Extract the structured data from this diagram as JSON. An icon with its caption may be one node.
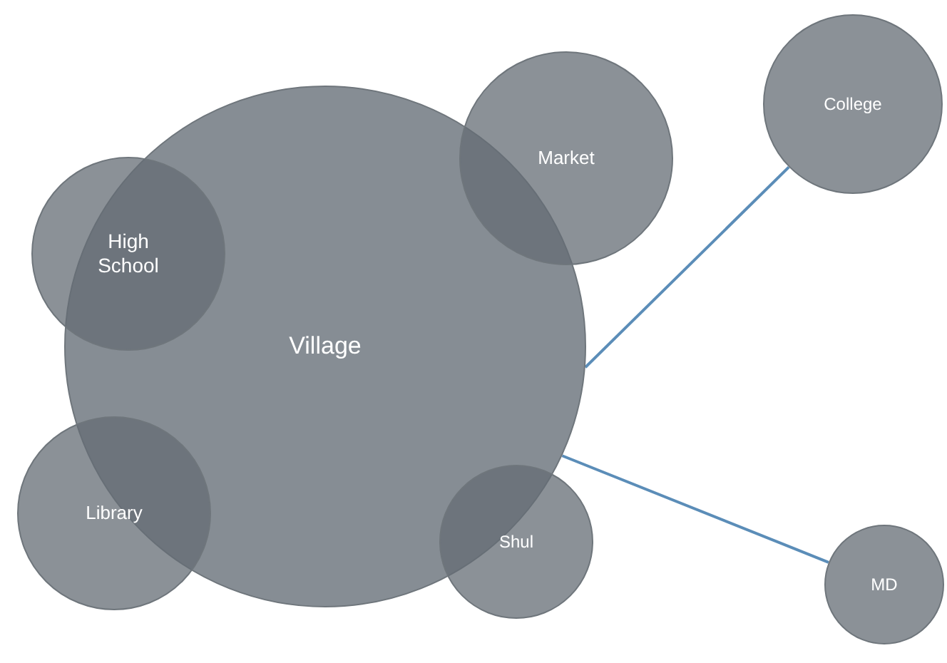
{
  "diagram": {
    "nodes": [
      {
        "text": [
          "College"
        ]
      },
      {
        "text": [
          "Market"
        ]
      },
      {
        "text": [
          "High School"
        ]
      },
      {
        "text": [
          "Village"
        ]
      },
      {
        "text": [
          "Library"
        ]
      },
      {
        "text": [
          "Shul"
        ]
      },
      {
        "text": [
          "MD"
        ]
      }
    ],
    "edges": [
      {
        "from": 3,
        "to": 0,
        "arrow": "none"
      },
      {
        "from": 3,
        "to": 6,
        "arrow": "none"
      }
    ]
  }
}
